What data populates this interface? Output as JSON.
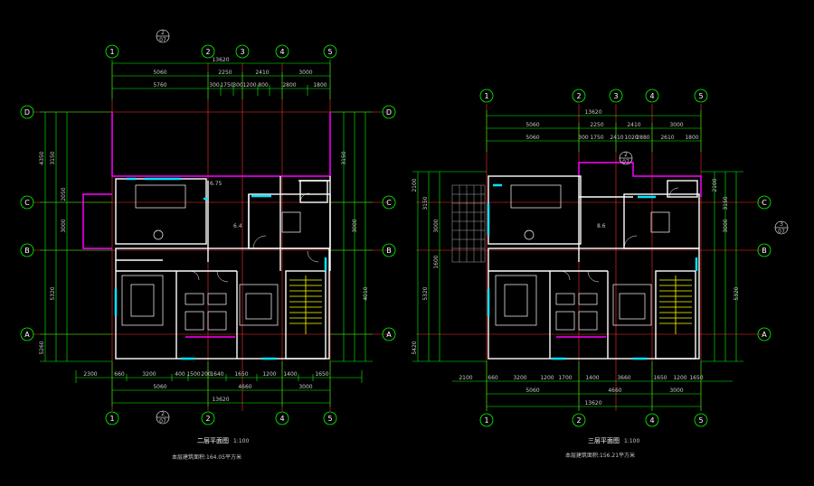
{
  "colors": {
    "background": "#000000",
    "grid": "#ff3030",
    "dimension": "#00ff00",
    "wall": "#ffffff",
    "magenta": "#ff00ff",
    "cyan": "#00e5ff",
    "yellow": "#ffff00",
    "text": "#ffffff"
  },
  "left_plan": {
    "column_labels": [
      "1",
      "2",
      "3",
      "4",
      "5"
    ],
    "row_labels": [
      "D",
      "C",
      "B",
      "A"
    ],
    "dims_top1": [
      "5060",
      "2250",
      "2410",
      "3000"
    ],
    "dims_top2": [
      "5760",
      "300",
      "1750",
      "300",
      "1200",
      "800",
      "2800",
      "1800"
    ],
    "dim_total": "13620",
    "dims_bottom1": [
      "2300",
      "660",
      "3200",
      "400",
      "1500",
      "200",
      "1640",
      "1650",
      "1200",
      "1400",
      "1650"
    ],
    "dims_bottom2": [
      "5060",
      "4660",
      "3000"
    ],
    "dims_left": [
      "4350",
      "3150",
      "3000",
      "5320",
      "5260",
      "2050"
    ],
    "dims_right": [
      "3150",
      "3000",
      "4010"
    ],
    "callouts": [
      "2",
      "07",
      "2",
      "07"
    ],
    "title": "二层平面图",
    "scale": "1:100",
    "area_note": "本层建筑面积:164.05平方米",
    "elev_1": "6.75",
    "elev_2": "6.4"
  },
  "right_plan": {
    "column_labels": [
      "1",
      "2",
      "3",
      "4",
      "5"
    ],
    "row_labels": [
      "C",
      "B",
      "A"
    ],
    "dims_top1": [
      "5060",
      "2250",
      "2410",
      "3000"
    ],
    "dims_top2": [
      "5060",
      "300",
      "1750",
      "2410",
      "1020",
      "2880",
      "2610",
      "1800"
    ],
    "dim_total": "13620",
    "dims_bottom1": [
      "2100",
      "660",
      "3200",
      "1200",
      "1700",
      "1400",
      "3660",
      "1650",
      "1200",
      "1650"
    ],
    "dims_bottom2": [
      "5060",
      "4660",
      "3000"
    ],
    "dims_left": [
      "2100",
      "3150",
      "3000",
      "5320",
      "1600",
      "5420"
    ],
    "dims_right": [
      "2100",
      "3150",
      "3000",
      "5320"
    ],
    "callouts": [
      "2",
      "07",
      "3",
      "07"
    ],
    "title": "三层平面图",
    "scale": "1:100",
    "area_note": "本层建筑面积:156.21平方米",
    "elev_1": "8.6"
  }
}
